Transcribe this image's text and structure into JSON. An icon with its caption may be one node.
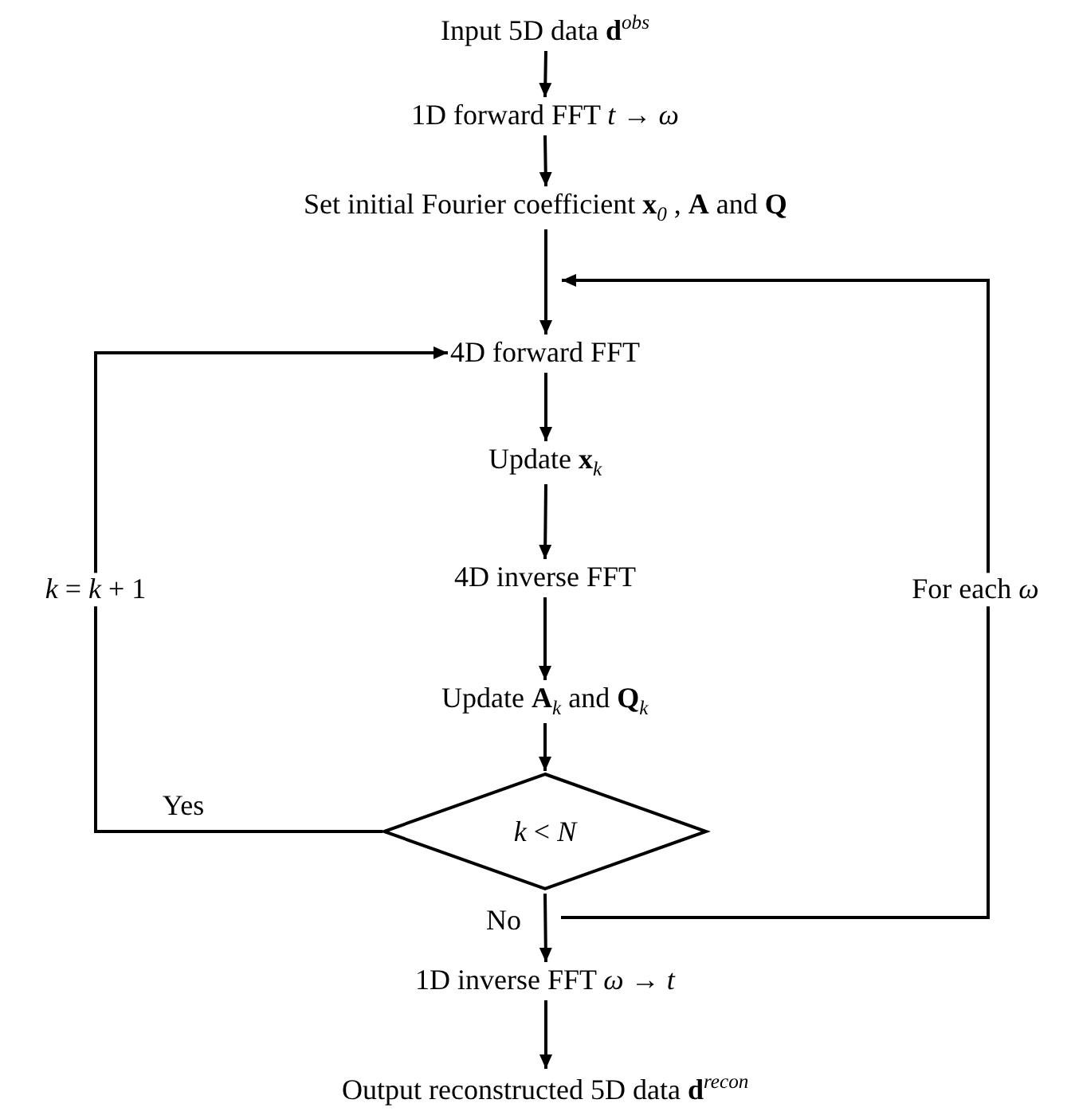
{
  "diagram": {
    "nodes": [
      {
        "text": [
          "Input 5D data **d**$^{obs}$"
        ]
      },
      {
        "text": [
          "1D forward FFT *t* → *ω*"
        ]
      },
      {
        "text": [
          "Set initial Fourier coefficient **x**$_{0}$ , **A** and **Q**"
        ]
      },
      {
        "text": [
          "4D forward FFT"
        ]
      },
      {
        "text": [
          "Update **x**$_{k}$"
        ]
      },
      {
        "text": [
          "4D inverse FFT"
        ]
      },
      {
        "text": [
          "Update **A**$_{k}$ and **Q**$_{k}$"
        ]
      },
      {
        "text": [
          "*k* < *N*"
        ]
      },
      {
        "text": [
          "1D inverse FFT  *ω* → *t*"
        ]
      },
      {
        "text": [
          "Output reconstructed 5D data **d**$^{recon}$"
        ]
      }
    ],
    "edges": [
      {
        "from": 0,
        "to": 1,
        "arrow": "to"
      },
      {
        "from": 1,
        "to": 2,
        "arrow": "to"
      },
      {
        "from": 2,
        "to": 3,
        "arrow": "to"
      },
      {
        "from": 3,
        "to": 4,
        "arrow": "to"
      },
      {
        "from": 4,
        "to": 5,
        "arrow": "to"
      },
      {
        "from": 5,
        "to": 6,
        "arrow": "to"
      },
      {
        "from": 6,
        "to": 7,
        "arrow": "to"
      },
      {
        "from": 7,
        "to": 3,
        "arrow": "to",
        "label": "*k* = *k* + 1"
      },
      {
        "from": 7,
        "to": 8,
        "arrow": "to"
      },
      {
        "from": 7,
        "to": 3,
        "arrow": "to",
        "label": "For each *ω*"
      },
      {
        "from": 8,
        "to": 9,
        "arrow": "to"
      }
    ],
    "labels": [
      "Yes",
      "No"
    ]
  }
}
